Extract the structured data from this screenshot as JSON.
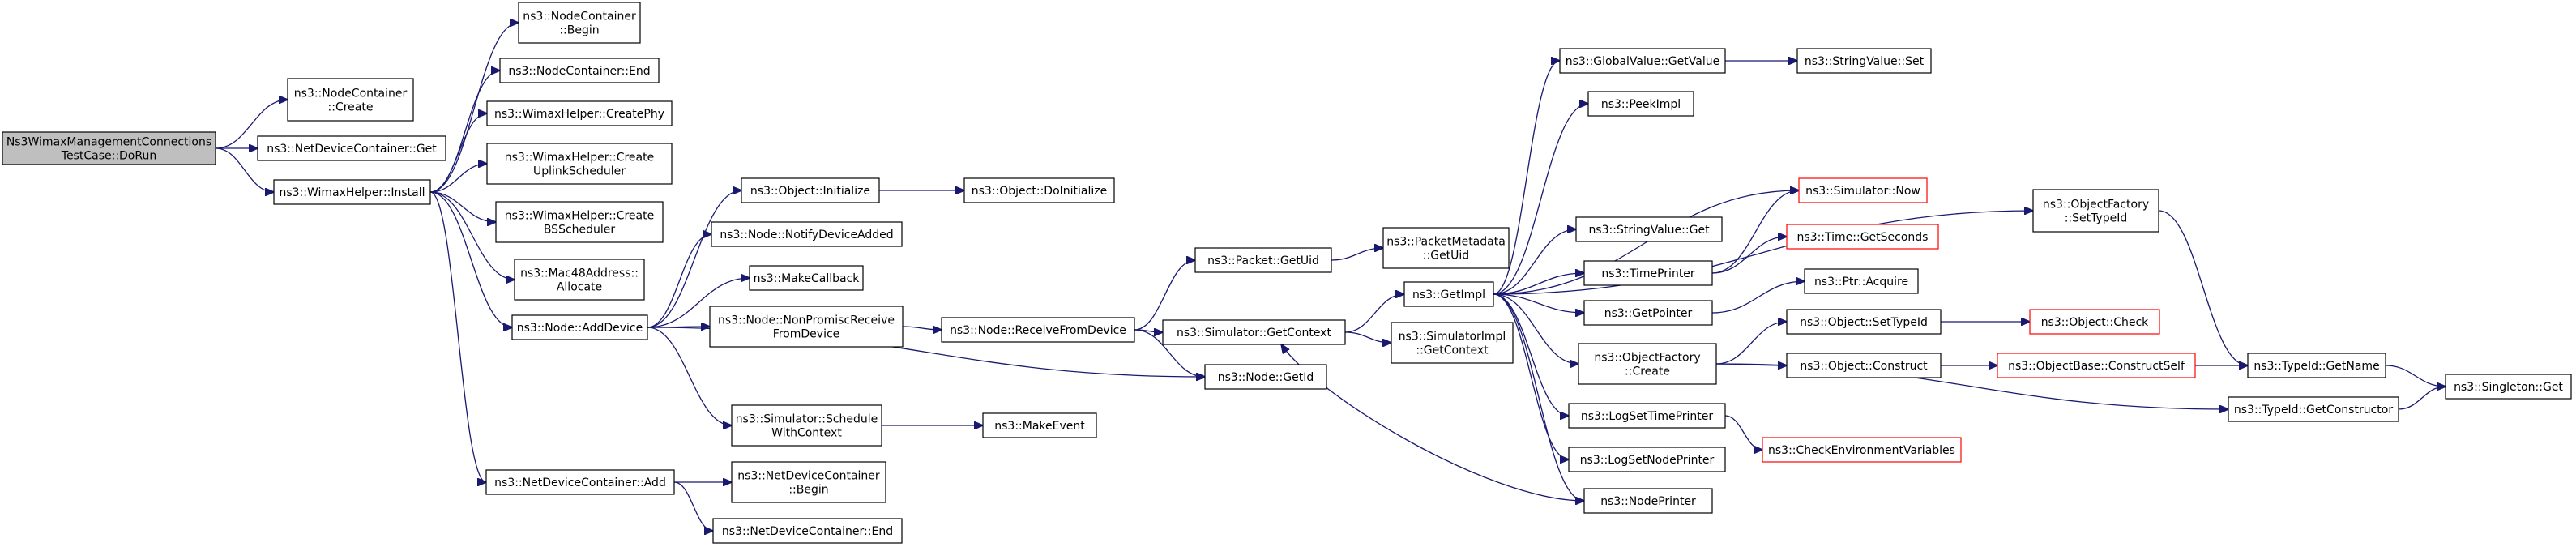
{
  "nodes": {
    "root": {
      "lines": [
        "Ns3WimaxManagementConnections",
        "TestCase::DoRun"
      ],
      "red": false
    },
    "nc_create": {
      "lines": [
        "ns3::NodeContainer",
        "::Create"
      ],
      "red": false
    },
    "ndc_get": {
      "lines": [
        "ns3::NetDeviceContainer::Get"
      ],
      "red": false
    },
    "wimax_install": {
      "lines": [
        "ns3::WimaxHelper::Install"
      ],
      "red": false
    },
    "nc_begin": {
      "lines": [
        "ns3::NodeContainer",
        "::Begin"
      ],
      "red": false
    },
    "nc_end": {
      "lines": [
        "ns3::NodeContainer::End"
      ],
      "red": false
    },
    "wh_createphy": {
      "lines": [
        "ns3::WimaxHelper::CreatePhy"
      ],
      "red": false
    },
    "wh_uplink": {
      "lines": [
        "ns3::WimaxHelper::Create",
        "UplinkScheduler"
      ],
      "red": false
    },
    "wh_bs": {
      "lines": [
        "ns3::WimaxHelper::Create",
        "BSScheduler"
      ],
      "red": false
    },
    "mac48": {
      "lines": [
        "ns3::Mac48Address::",
        "Allocate"
      ],
      "red": false
    },
    "node_adddevice": {
      "lines": [
        "ns3::Node::AddDevice"
      ],
      "red": false
    },
    "ndc_add": {
      "lines": [
        "ns3::NetDeviceContainer::Add"
      ],
      "red": false
    },
    "obj_initialize": {
      "lines": [
        "ns3::Object::Initialize"
      ],
      "red": false
    },
    "obj_doinit": {
      "lines": [
        "ns3::Object::DoInitialize"
      ],
      "red": false
    },
    "notify": {
      "lines": [
        "ns3::Node::NotifyDeviceAdded"
      ],
      "red": false
    },
    "makecallback": {
      "lines": [
        "ns3::MakeCallback"
      ],
      "red": false
    },
    "nonpromisc": {
      "lines": [
        "ns3::Node::NonPromiscReceive",
        "FromDevice"
      ],
      "red": false
    },
    "sched_ctx": {
      "lines": [
        "ns3::Simulator::Schedule",
        "WithContext"
      ],
      "red": false
    },
    "ndc_begin": {
      "lines": [
        "ns3::NetDeviceContainer",
        "::Begin"
      ],
      "red": false
    },
    "ndc_end": {
      "lines": [
        "ns3::NetDeviceContainer::End"
      ],
      "red": false
    },
    "makeevent": {
      "lines": [
        "ns3::MakeEvent"
      ],
      "red": false
    },
    "receivefrom": {
      "lines": [
        "ns3::Node::ReceiveFromDevice"
      ],
      "red": false
    },
    "packet_getuid": {
      "lines": [
        "ns3::Packet::GetUid"
      ],
      "red": false
    },
    "pm_getuid": {
      "lines": [
        "ns3::PacketMetadata",
        "::GetUid"
      ],
      "red": false
    },
    "sim_getctx": {
      "lines": [
        "ns3::Simulator::GetContext"
      ],
      "red": false
    },
    "node_getid": {
      "lines": [
        "ns3::Node::GetId"
      ],
      "red": false
    },
    "getimpl": {
      "lines": [
        "ns3::GetImpl"
      ],
      "red": false
    },
    "simimpl_getctx": {
      "lines": [
        "ns3::SimulatorImpl",
        "::GetContext"
      ],
      "red": false
    },
    "gv_getvalue": {
      "lines": [
        "ns3::GlobalValue::GetValue"
      ],
      "red": false
    },
    "sv_set": {
      "lines": [
        "ns3::StringValue::Set"
      ],
      "red": false
    },
    "peekimpl": {
      "lines": [
        "ns3::PeekImpl"
      ],
      "red": false
    },
    "sim_now": {
      "lines": [
        "ns3::Simulator::Now"
      ],
      "red": true
    },
    "sv_get": {
      "lines": [
        "ns3::StringValue::Get"
      ],
      "red": false
    },
    "timeprinter": {
      "lines": [
        "ns3::TimePrinter"
      ],
      "red": false
    },
    "time_getseconds": {
      "lines": [
        "ns3::Time::GetSeconds"
      ],
      "red": true
    },
    "getpointer": {
      "lines": [
        "ns3::GetPointer"
      ],
      "red": false
    },
    "ptr_acquire": {
      "lines": [
        "ns3::Ptr::Acquire"
      ],
      "red": false
    },
    "of_create": {
      "lines": [
        "ns3::ObjectFactory",
        "::Create"
      ],
      "red": false
    },
    "of_settypeid": {
      "lines": [
        "ns3::ObjectFactory",
        "::SetTypeId"
      ],
      "red": false
    },
    "obj_settypeid": {
      "lines": [
        "ns3::Object::SetTypeId"
      ],
      "red": false
    },
    "obj_check": {
      "lines": [
        "ns3::Object::Check"
      ],
      "red": true
    },
    "obj_construct": {
      "lines": [
        "ns3::Object::Construct"
      ],
      "red": false
    },
    "ob_constructself": {
      "lines": [
        "ns3::ObjectBase::ConstructSelf"
      ],
      "red": true
    },
    "typeid_getname": {
      "lines": [
        "ns3::TypeId::GetName"
      ],
      "red": false
    },
    "typeid_getctor": {
      "lines": [
        "ns3::TypeId::GetConstructor"
      ],
      "red": false
    },
    "singleton_get": {
      "lines": [
        "ns3::Singleton::Get"
      ],
      "red": false
    },
    "logsettime": {
      "lines": [
        "ns3::LogSetTimePrinter"
      ],
      "red": false
    },
    "checkenv": {
      "lines": [
        "ns3::CheckEnvironmentVariables"
      ],
      "red": true
    },
    "logsetnode": {
      "lines": [
        "ns3::LogSetNodePrinter"
      ],
      "red": false
    },
    "nodeprinter": {
      "lines": [
        "ns3::NodePrinter"
      ],
      "red": false
    }
  },
  "root_fill": "#bfbfbf",
  "edge_color": "#191970",
  "highlight_border_color": "#ff0000"
}
